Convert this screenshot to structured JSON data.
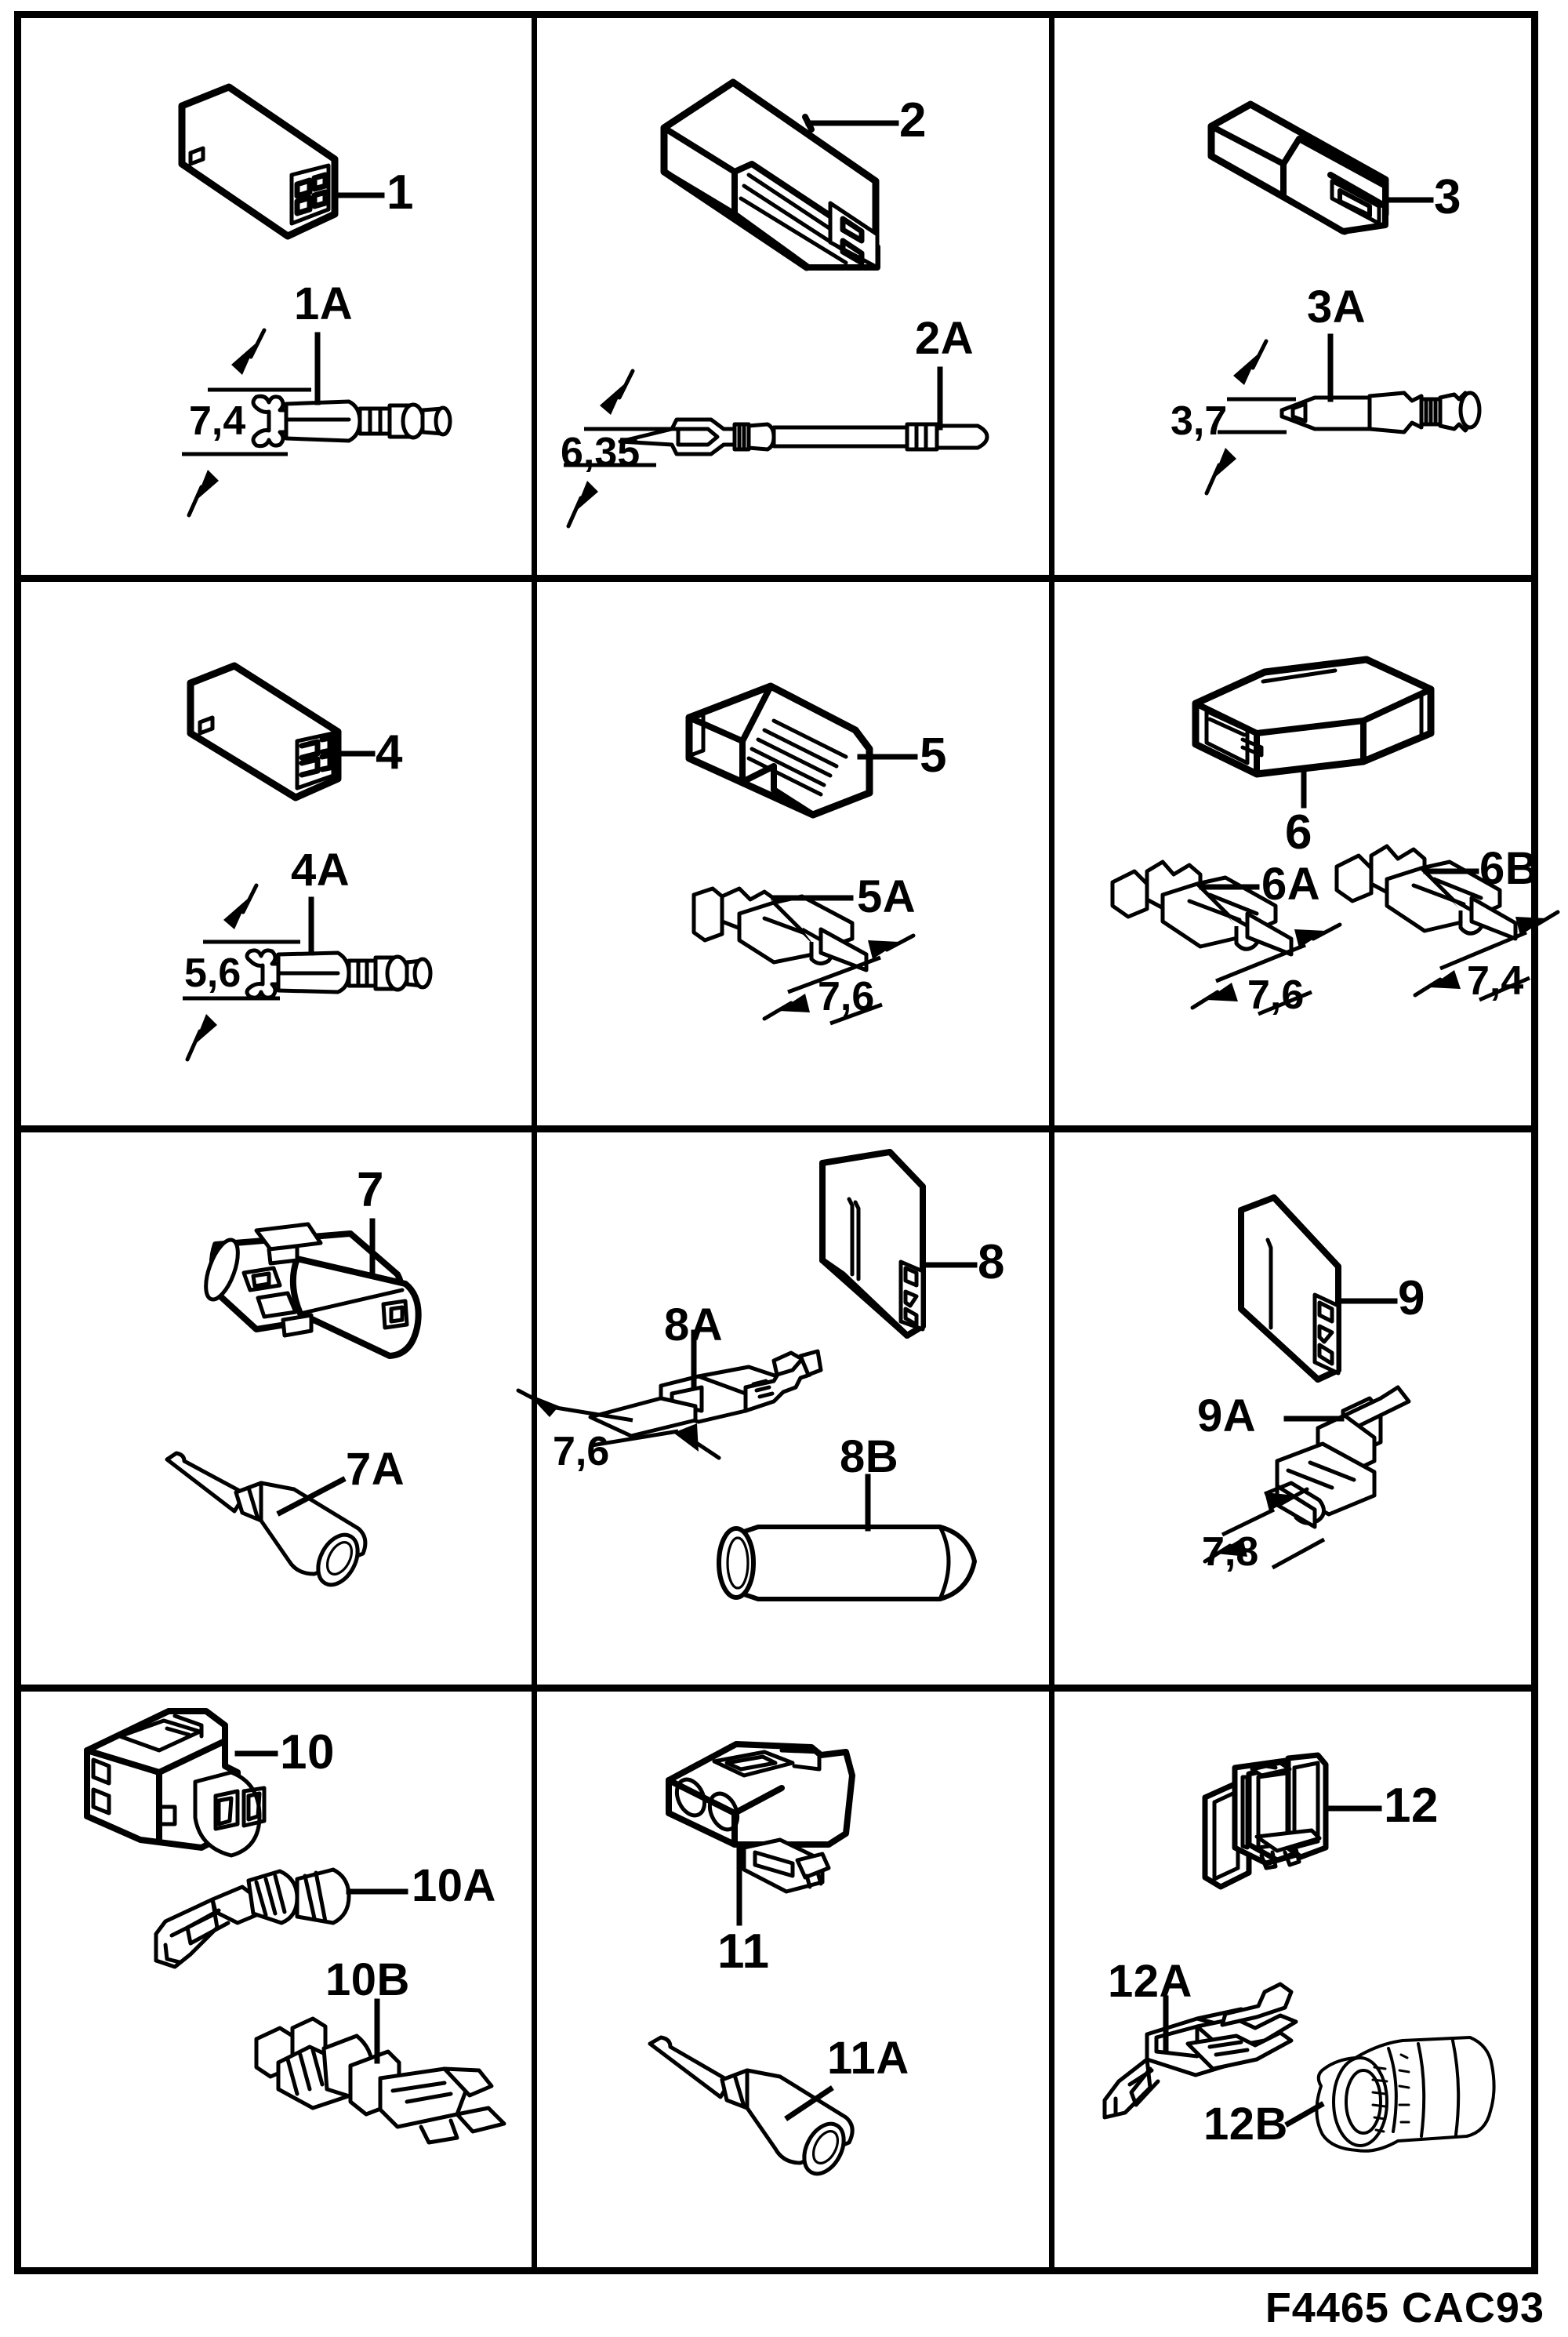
{
  "document": {
    "footer_code": "F4465 CAC93",
    "grid": {
      "columns": 3,
      "rows": 4
    }
  },
  "cells": [
    {
      "id": "cell-1",
      "housing": {
        "label": "1",
        "kind": "rectangular-connector-housing-2-way"
      },
      "terminals": [
        {
          "label": "1A",
          "dimension": "7,4",
          "kind": "male-blade-terminal"
        }
      ]
    },
    {
      "id": "cell-2",
      "housing": {
        "label": "2",
        "kind": "rectangular-connector-housing-2-way-flanged"
      },
      "terminals": [
        {
          "label": "2A",
          "dimension": "6,35",
          "kind": "male-pin-terminal-with-wire"
        }
      ]
    },
    {
      "id": "cell-3",
      "housing": {
        "label": "3",
        "kind": "two-piece-inline-housing"
      },
      "terminals": [
        {
          "label": "3A",
          "dimension": "3,7",
          "kind": "small-blade-terminal"
        }
      ]
    },
    {
      "id": "cell-4",
      "housing": {
        "label": "4",
        "kind": "rectangular-connector-housing-2-way"
      },
      "terminals": [
        {
          "label": "4A",
          "dimension": "5,6",
          "kind": "male-blade-terminal"
        }
      ]
    },
    {
      "id": "cell-5",
      "housing": {
        "label": "5",
        "kind": "stepped-ribbed-connector-housing"
      },
      "terminals": [
        {
          "label": "5A",
          "dimension": "7,6",
          "kind": "female-receptacle-terminal"
        }
      ]
    },
    {
      "id": "cell-6",
      "housing": {
        "label": "6",
        "kind": "open-shell-connector-housing"
      },
      "terminals": [
        {
          "label": "6A",
          "dimension": "7,6",
          "kind": "female-receptacle-terminal"
        },
        {
          "label": "6B",
          "dimension": "7,4",
          "kind": "female-receptacle-terminal"
        }
      ]
    },
    {
      "id": "cell-7",
      "housing": {
        "label": "7",
        "kind": "cylindrical-sealed-connector-housing"
      },
      "terminals": [
        {
          "label": "7A",
          "dimension": "",
          "kind": "round-socket-terminal-with-wire"
        }
      ]
    },
    {
      "id": "cell-8",
      "housing": {
        "label": "8",
        "kind": "flat-slab-connector-housing"
      },
      "terminals": [
        {
          "label": "8A",
          "dimension": "7,6",
          "kind": "female-flag-terminal"
        },
        {
          "label": "8B",
          "dimension": "",
          "kind": "insulating-sleeve"
        }
      ]
    },
    {
      "id": "cell-9",
      "housing": {
        "label": "9",
        "kind": "flat-slab-connector-housing"
      },
      "terminals": [
        {
          "label": "9A",
          "dimension": "7,8",
          "kind": "female-receptacle-terminal"
        }
      ]
    },
    {
      "id": "cell-10",
      "housing": {
        "label": "10",
        "kind": "sealed-2-way-connector-housing"
      },
      "terminals": [
        {
          "label": "10A",
          "dimension": "",
          "kind": "male-pin-terminal-sealed"
        },
        {
          "label": "10B",
          "dimension": "",
          "kind": "female-socket-terminal-sealed"
        }
      ]
    },
    {
      "id": "cell-11",
      "housing": {
        "label": "11",
        "kind": "2-way-connector-housing-with-latch"
      },
      "terminals": [
        {
          "label": "11A",
          "dimension": "",
          "kind": "round-socket-terminal-with-wire"
        }
      ]
    },
    {
      "id": "cell-12",
      "housing": {
        "label": "12",
        "kind": "terminal-retainer-clip"
      },
      "terminals": [
        {
          "label": "12A",
          "dimension": "",
          "kind": "male-pin-terminal"
        },
        {
          "label": "12B",
          "dimension": "",
          "kind": "rubber-wire-seal"
        }
      ]
    }
  ]
}
